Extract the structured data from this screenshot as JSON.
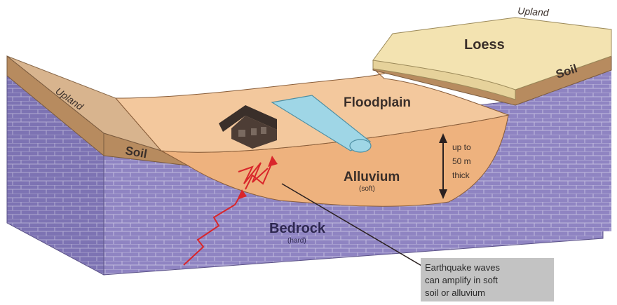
{
  "diagram": {
    "labels": {
      "upland_right": "Upland",
      "upland_left": "Upland",
      "loess": "Loess",
      "soil_right": "Soil",
      "soil_left": "Soil",
      "floodplain": "Floodplain",
      "alluvium": "Alluvium",
      "alluvium_note": "(soft)",
      "bedrock": "Bedrock",
      "bedrock_note": "(hard)",
      "thickness_line1": "up to",
      "thickness_line2": "50 m",
      "thickness_line3": "thick"
    },
    "callout": {
      "line1": "Earthquake waves",
      "line2": "can amplify in soft",
      "line3": "soil or alluvium"
    },
    "colors": {
      "bedrock": "#8f84c2",
      "bedrock_dark": "#7a70ad",
      "bedrock_lines": "#ffffff",
      "soil": "#b78b5f",
      "upland_top": "#d8b48e",
      "loess": "#f3e3b1",
      "floodplain": "#f3c89d",
      "alluvium": "#eeb27e",
      "river": "#9fd6e6",
      "seismic": "#d9262b",
      "callout_bg": "#c3c3c3",
      "text_dark": "#3a2f2a"
    }
  }
}
